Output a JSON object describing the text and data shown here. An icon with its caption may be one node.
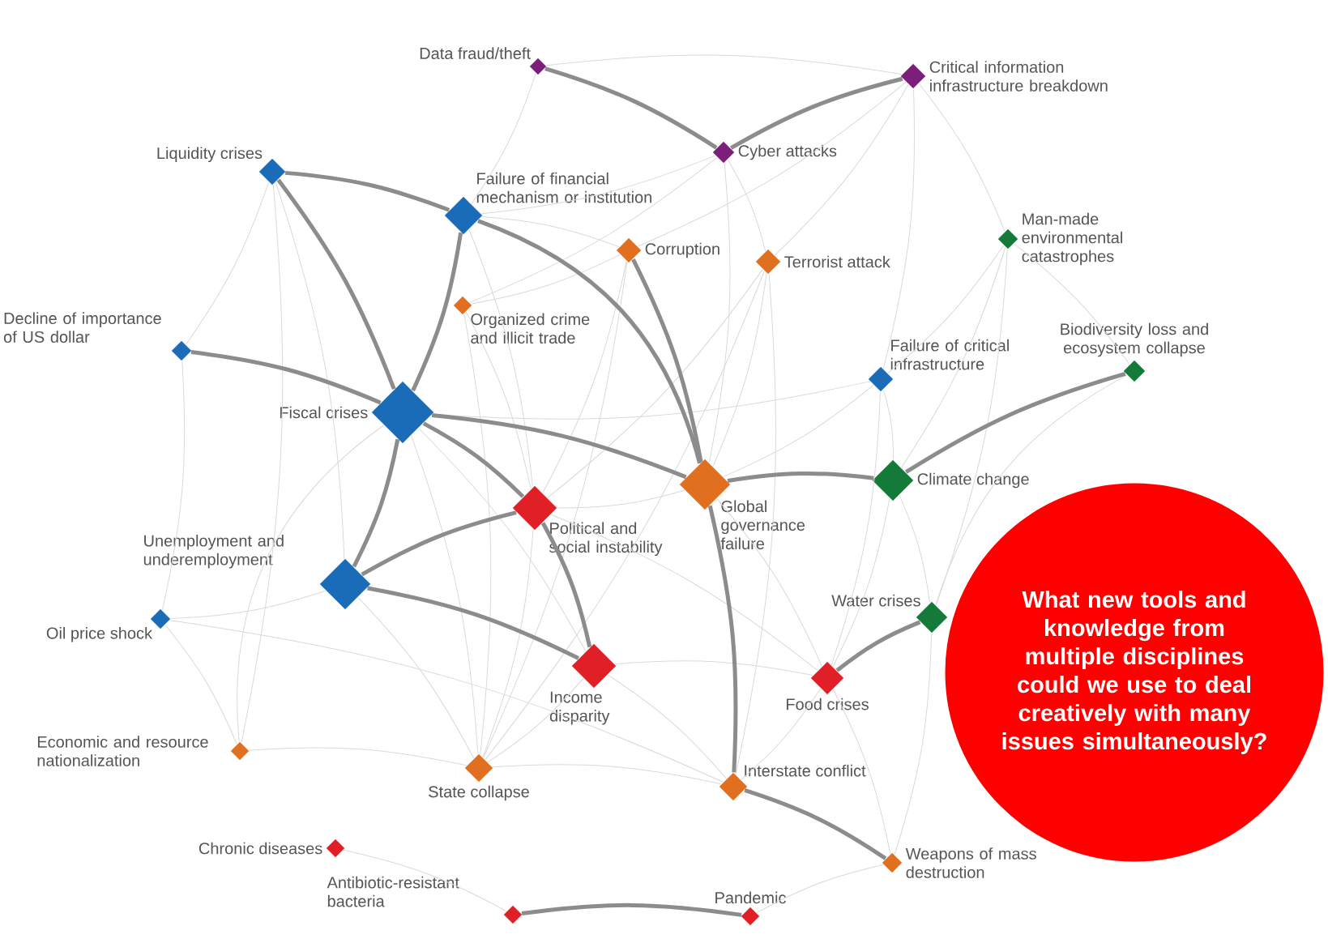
{
  "diagram": {
    "nodes": [
      {
        "text": [
          "Data fraud/theft"
        ]
      },
      {
        "text": [
          "Critical information infrastructure breakdown"
        ]
      },
      {
        "text": [
          "Cyber attacks"
        ]
      },
      {
        "text": [
          "Liquidity crises"
        ]
      },
      {
        "text": [
          "Failure of financial mechanism or institution"
        ]
      },
      {
        "text": [
          "Corruption"
        ]
      },
      {
        "text": [
          "Terrorist attack"
        ]
      },
      {
        "text": [
          "Man-made environmental catastrophes"
        ]
      },
      {
        "text": [
          "Organized crime and illicit trade"
        ]
      },
      {
        "text": [
          "Decline of importance of US dollar"
        ]
      },
      {
        "text": [
          "Failure of critical infrastructure"
        ]
      },
      {
        "text": [
          "Biodiversity loss and ecosystem collapse"
        ]
      },
      {
        "text": [
          "Fiscal crises"
        ]
      },
      {
        "text": [
          "Global governance failure"
        ]
      },
      {
        "text": [
          "Climate change"
        ]
      },
      {
        "text": [
          "Political and social instability"
        ]
      },
      {
        "text": [
          "Unemployment and underemployment"
        ]
      },
      {
        "text": [
          "Oil price shock"
        ]
      },
      {
        "text": [
          "Water crises"
        ]
      },
      {
        "text": [
          "Income disparity"
        ]
      },
      {
        "text": [
          "Food crises"
        ]
      },
      {
        "text": [
          "Economic and resource nationalization"
        ]
      },
      {
        "text": [
          "State collapse"
        ]
      },
      {
        "text": [
          "Interstate conflict"
        ]
      },
      {
        "text": [
          "Chronic diseases"
        ]
      },
      {
        "text": [
          "Weapons of mass destruction"
        ]
      },
      {
        "text": [
          "Antibiotic-resistant bacteria"
        ]
      },
      {
        "text": [
          "Pandemic"
        ]
      },
      {
        "text": [
          "What new tools and knowledge from multiple disciplines could we use to deal creatively with many issues simultaneously?"
        ]
      }
    ],
    "edges": [
      {
        "from": 0,
        "to": 4,
        "arrow": "none"
      },
      {
        "from": 0,
        "to": 1,
        "arrow": "none"
      },
      {
        "from": 1,
        "to": 6,
        "arrow": "none"
      },
      {
        "from": 1,
        "to": 5,
        "arrow": "none"
      },
      {
        "from": 1,
        "to": 10,
        "arrow": "none"
      },
      {
        "from": 1,
        "to": 7,
        "arrow": "none"
      },
      {
        "from": 2,
        "to": 4,
        "arrow": "none"
      },
      {
        "from": 2,
        "to": 8,
        "arrow": "none"
      },
      {
        "from": 2,
        "to": 6,
        "arrow": "none"
      },
      {
        "from": 2,
        "to": 13,
        "arrow": "none"
      },
      {
        "from": 3,
        "to": 9,
        "arrow": "none"
      },
      {
        "from": 3,
        "to": 16,
        "arrow": "none"
      },
      {
        "from": 3,
        "to": 21,
        "arrow": "none"
      },
      {
        "from": 4,
        "to": 5,
        "arrow": "none"
      },
      {
        "from": 4,
        "to": 15,
        "arrow": "none"
      },
      {
        "from": 5,
        "to": 8,
        "arrow": "none"
      },
      {
        "from": 5,
        "to": 15,
        "arrow": "none"
      },
      {
        "from": 5,
        "to": 22,
        "arrow": "none"
      },
      {
        "from": 6,
        "to": 13,
        "arrow": "none"
      },
      {
        "from": 6,
        "to": 22,
        "arrow": "none"
      },
      {
        "from": 6,
        "to": 15,
        "arrow": "none"
      },
      {
        "from": 6,
        "to": 23,
        "arrow": "none"
      },
      {
        "from": 7,
        "to": 10,
        "arrow": "none"
      },
      {
        "from": 7,
        "to": 14,
        "arrow": "none"
      },
      {
        "from": 7,
        "to": 18,
        "arrow": "none"
      },
      {
        "from": 7,
        "to": 11,
        "arrow": "none"
      },
      {
        "from": 10,
        "to": 13,
        "arrow": "none"
      },
      {
        "from": 10,
        "to": 14,
        "arrow": "none"
      },
      {
        "from": 10,
        "to": 20,
        "arrow": "none"
      },
      {
        "from": 10,
        "to": 12,
        "arrow": "none"
      },
      {
        "from": 11,
        "to": 18,
        "arrow": "none"
      },
      {
        "from": 12,
        "to": 22,
        "arrow": "none"
      },
      {
        "from": 12,
        "to": 19,
        "arrow": "none"
      },
      {
        "from": 12,
        "to": 21,
        "arrow": "none"
      },
      {
        "from": 13,
        "to": 20,
        "arrow": "none"
      },
      {
        "from": 13,
        "to": 15,
        "arrow": "none"
      },
      {
        "from": 14,
        "to": 18,
        "arrow": "none"
      },
      {
        "from": 14,
        "to": 20,
        "arrow": "none"
      },
      {
        "from": 15,
        "to": 22,
        "arrow": "none"
      },
      {
        "from": 15,
        "to": 20,
        "arrow": "none"
      },
      {
        "from": 16,
        "to": 17,
        "arrow": "none"
      },
      {
        "from": 16,
        "to": 22,
        "arrow": "none"
      },
      {
        "from": 17,
        "to": 21,
        "arrow": "none"
      },
      {
        "from": 17,
        "to": 23,
        "arrow": "none"
      },
      {
        "from": 19,
        "to": 22,
        "arrow": "none"
      },
      {
        "from": 19,
        "to": 20,
        "arrow": "none"
      },
      {
        "from": 19,
        "to": 23,
        "arrow": "none"
      },
      {
        "from": 20,
        "to": 23,
        "arrow": "none"
      },
      {
        "from": 20,
        "to": 25,
        "arrow": "none"
      },
      {
        "from": 22,
        "to": 23,
        "arrow": "none"
      },
      {
        "from": 24,
        "to": 26,
        "arrow": "none"
      },
      {
        "from": 21,
        "to": 22,
        "arrow": "none"
      },
      {
        "from": 8,
        "to": 15,
        "arrow": "none"
      },
      {
        "from": 8,
        "to": 22,
        "arrow": "none"
      },
      {
        "from": 9,
        "to": 17,
        "arrow": "none"
      },
      {
        "from": 27,
        "to": 25,
        "arrow": "none"
      },
      {
        "from": 18,
        "to": 25,
        "arrow": "none"
      },
      {
        "from": 3,
        "to": 4,
        "arrow": "none",
        "style": "thick",
        "color": "#8c8c8c"
      },
      {
        "from": 3,
        "to": 12,
        "arrow": "none",
        "style": "thick",
        "color": "#8c8c8c"
      },
      {
        "from": 4,
        "to": 12,
        "arrow": "none",
        "style": "thick",
        "color": "#8c8c8c"
      },
      {
        "from": 4,
        "to": 13,
        "arrow": "none",
        "style": "thick",
        "color": "#8c8c8c"
      },
      {
        "from": 0,
        "to": 2,
        "arrow": "none",
        "style": "thick",
        "color": "#8c8c8c"
      },
      {
        "from": 2,
        "to": 1,
        "arrow": "none",
        "style": "thick",
        "color": "#8c8c8c"
      },
      {
        "from": 9,
        "to": 12,
        "arrow": "none",
        "style": "thick",
        "color": "#8c8c8c"
      },
      {
        "from": 12,
        "to": 16,
        "arrow": "none",
        "style": "thick",
        "color": "#8c8c8c"
      },
      {
        "from": 12,
        "to": 15,
        "arrow": "none",
        "style": "thick",
        "color": "#8c8c8c"
      },
      {
        "from": 12,
        "to": 13,
        "arrow": "none",
        "style": "thick",
        "color": "#8c8c8c"
      },
      {
        "from": 5,
        "to": 13,
        "arrow": "none",
        "style": "thick",
        "color": "#8c8c8c"
      },
      {
        "from": 13,
        "to": 14,
        "arrow": "none",
        "style": "thick",
        "color": "#8c8c8c"
      },
      {
        "from": 13,
        "to": 23,
        "arrow": "none",
        "style": "thick",
        "color": "#8c8c8c"
      },
      {
        "from": 16,
        "to": 15,
        "arrow": "none",
        "style": "thick",
        "color": "#8c8c8c"
      },
      {
        "from": 16,
        "to": 19,
        "arrow": "none",
        "style": "thick",
        "color": "#8c8c8c"
      },
      {
        "from": 15,
        "to": 19,
        "arrow": "none",
        "style": "thick",
        "color": "#8c8c8c"
      },
      {
        "from": 14,
        "to": 11,
        "arrow": "none",
        "style": "thick",
        "color": "#8c8c8c"
      },
      {
        "from": 20,
        "to": 18,
        "arrow": "none",
        "style": "thick",
        "color": "#8c8c8c"
      },
      {
        "from": 23,
        "to": 25,
        "arrow": "none",
        "style": "thick",
        "color": "#8c8c8c"
      },
      {
        "from": 26,
        "to": 27,
        "arrow": "none",
        "style": "thick",
        "color": "#8c8c8c"
      }
    ]
  }
}
